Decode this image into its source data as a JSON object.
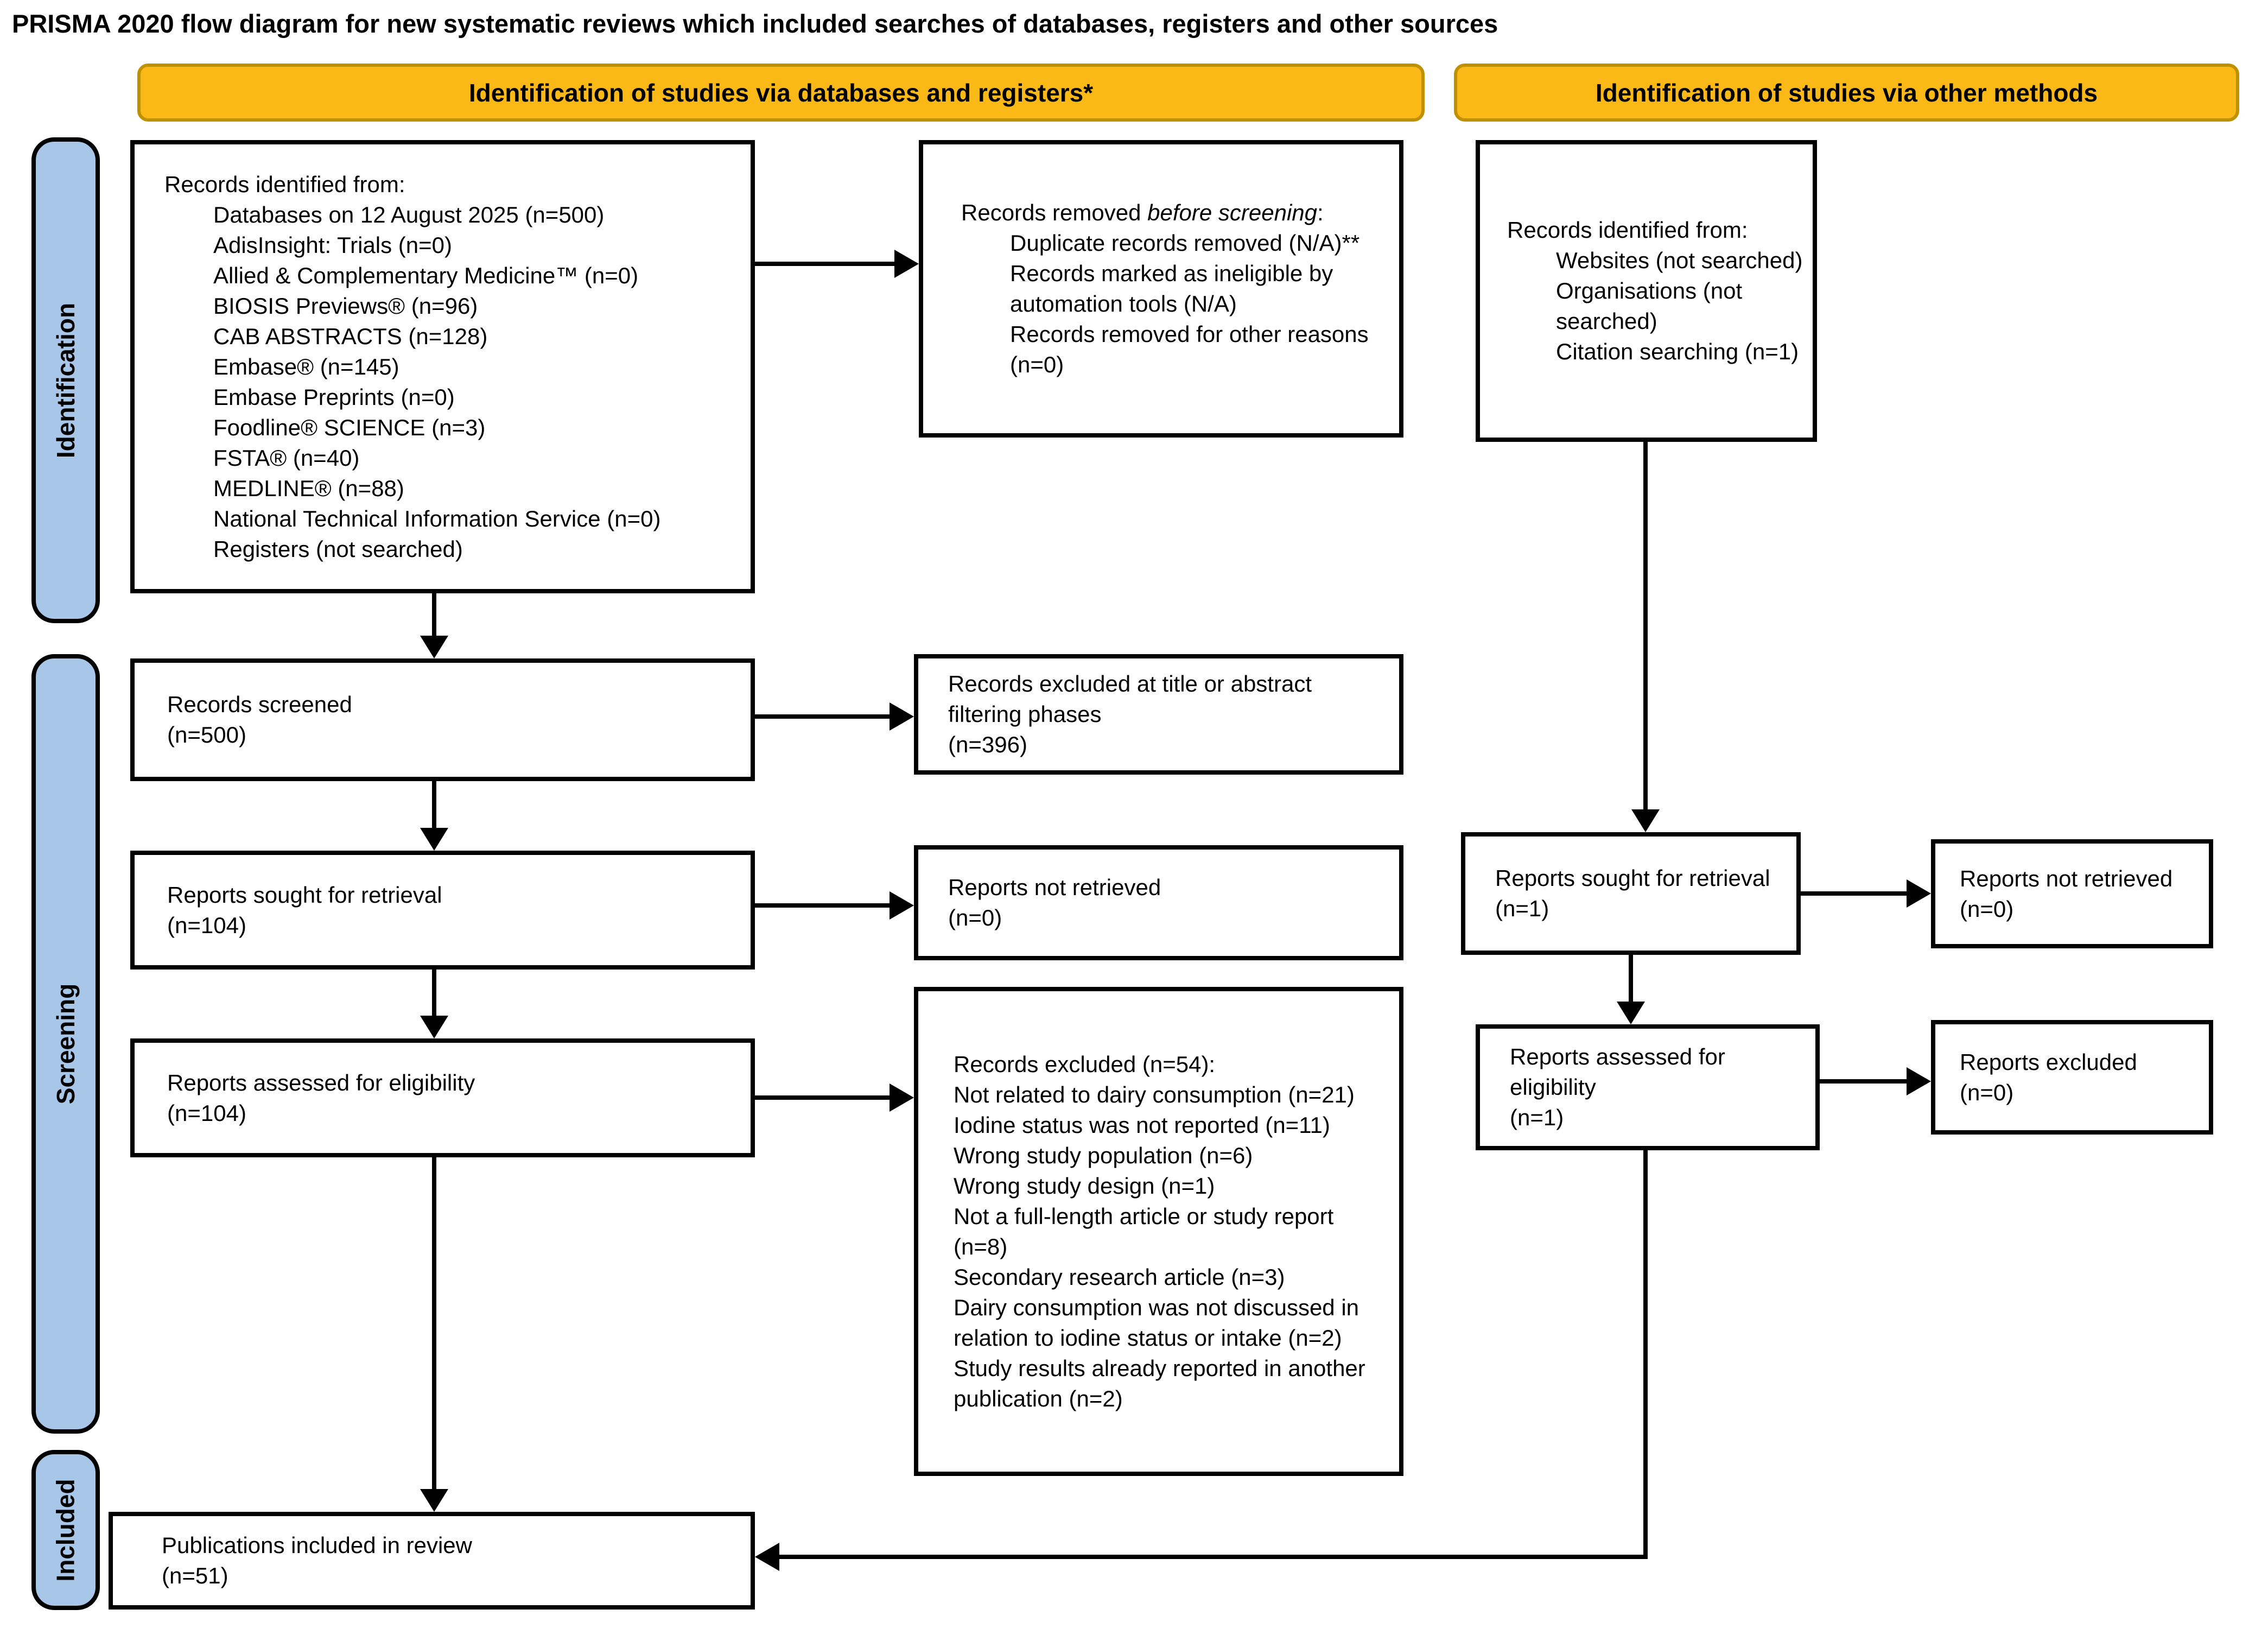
{
  "title": "PRISMA 2020 flow diagram for new systematic reviews which included searches of databases, registers and other sources",
  "colors": {
    "header_fill": "#FBB917",
    "header_border": "#BF9000",
    "sidebar_fill": "#A8C6E8",
    "box_border": "#000000",
    "box_fill": "#FFFFFF"
  },
  "headers": {
    "databases": "Identification of studies via databases and registers*",
    "other_methods": "Identification of studies via other methods"
  },
  "sidebars": {
    "identification": "Identification",
    "screening": "Screening",
    "included": "Included"
  },
  "boxes": {
    "records_identified_databases": {
      "title": "Records identified from:",
      "items": [
        "Databases on 12 August 2025 (n=500)",
        "AdisInsight: Trials (n=0)",
        "Allied & Complementary Medicine™ (n=0)",
        "BIOSIS Previews® (n=96)",
        "CAB ABSTRACTS (n=128)",
        "Embase® (n=145)",
        "Embase Preprints (n=0)",
        "Foodline® SCIENCE (n=3)",
        "FSTA® (n=40)",
        "MEDLINE® (n=88)",
        "National Technical Information Service (n=0)",
        "Registers (not searched)"
      ]
    },
    "records_removed": {
      "title_prefix": "Records removed ",
      "title_italic": "before screening",
      "title_suffix": ":",
      "items": [
        "Duplicate records removed (N/A)**",
        "Records marked as ineligible by automation tools (N/A)",
        "Records removed for other reasons (n=0)"
      ]
    },
    "records_identified_other": {
      "title": "Records identified from:",
      "items": [
        "Websites (not searched)",
        "Organisations (not searched)",
        "Citation searching (n=1)"
      ]
    },
    "records_screened": {
      "line1": "Records screened",
      "line2": "(n=500)"
    },
    "records_excluded_screening": {
      "line1": "Records excluded at title or abstract filtering phases",
      "line2": "(n=396)"
    },
    "reports_sought_databases": {
      "line1": "Reports sought for retrieval",
      "line2": "(n=104)"
    },
    "reports_not_retrieved_databases": {
      "line1": "Reports not retrieved",
      "line2": "(n=0)"
    },
    "reports_sought_other": {
      "line1": "Reports sought for retrieval",
      "line2": "(n=1)"
    },
    "reports_not_retrieved_other": {
      "line1": "Reports not retrieved",
      "line2": "(n=0)"
    },
    "reports_assessed_databases": {
      "line1": "Reports assessed for eligibility",
      "line2": "(n=104)"
    },
    "records_excluded_eligibility": {
      "title": "Records excluded (n=54):",
      "items": [
        "Not related to dairy consumption (n=21)",
        "Iodine status was not reported (n=11)",
        "Wrong study population (n=6)",
        "Wrong study design (n=1)",
        "Not a full-length article or study report (n=8)",
        "Secondary research article (n=3)",
        "Dairy consumption was not discussed in relation to iodine status or intake (n=2)",
        "Study results already reported in another publication (n=2)"
      ]
    },
    "reports_assessed_other": {
      "line1": "Reports assessed for eligibility",
      "line2": "(n=1)"
    },
    "reports_excluded_other": {
      "line1": "Reports excluded",
      "line2": "(n=0)"
    },
    "publications_included": {
      "line1": "Publications included in review",
      "line2": "(n=51)"
    }
  }
}
